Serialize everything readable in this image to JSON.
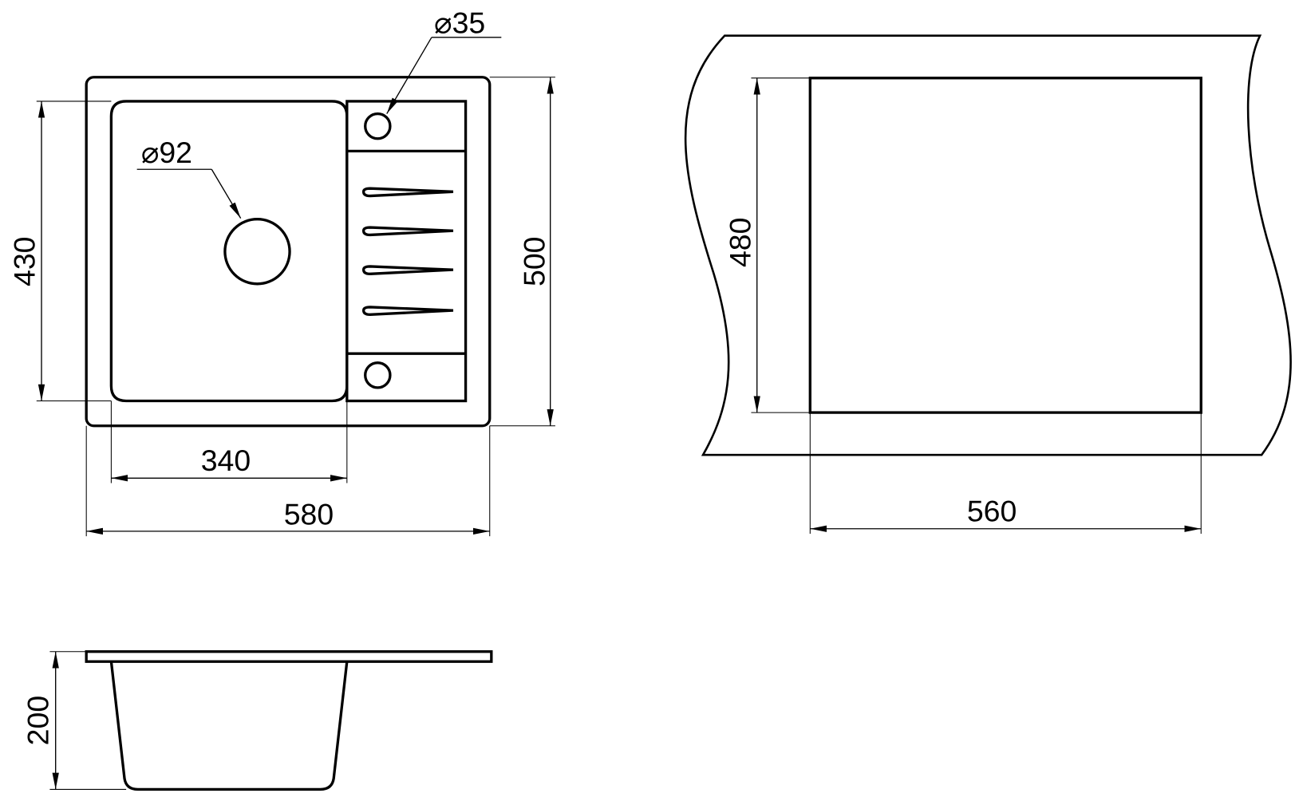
{
  "top_view": {
    "tap_hole_label": "⌀35",
    "drain_label": "⌀92",
    "bowl_length": "430",
    "overall_length": "500",
    "bowl_width": "340",
    "overall_width": "580"
  },
  "cutout_view": {
    "cutout_length": "480",
    "cutout_width": "560"
  },
  "side_view": {
    "depth": "200"
  },
  "colors": {
    "line": "#000000",
    "background": "#ffffff"
  }
}
